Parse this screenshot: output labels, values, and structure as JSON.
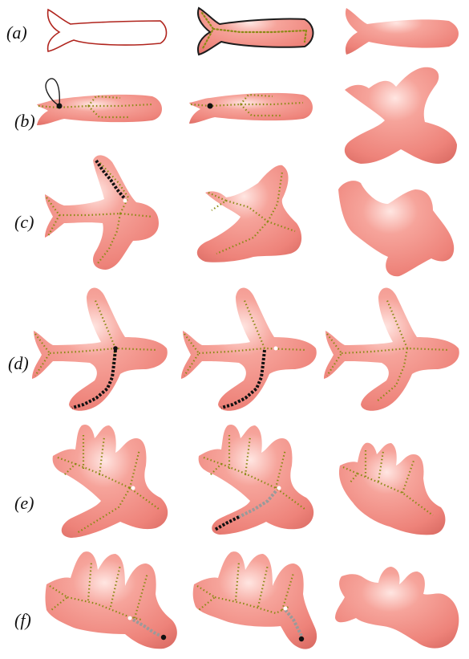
{
  "figure": {
    "rows": [
      {
        "id": "a",
        "label": "(a)"
      },
      {
        "id": "b",
        "label": "(b)"
      },
      {
        "id": "c",
        "label": "(c)"
      },
      {
        "id": "d",
        "label": "(d)"
      },
      {
        "id": "e",
        "label": "(e)"
      },
      {
        "id": "f",
        "label": "(f)"
      }
    ],
    "colors": {
      "body": "#f08c84",
      "body_highlight": "#ffe6e2",
      "sketch_line": "#b0241d",
      "skeleton": "#8a8a14",
      "skeleton_dot": "#6f6f10",
      "selected_stroke": "#111111",
      "ghost_stroke": "#9a9a9a",
      "node_white": "#ffffff"
    }
  }
}
